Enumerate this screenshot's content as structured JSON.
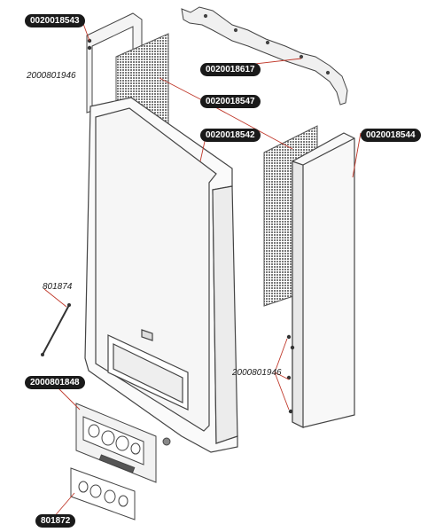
{
  "part_labels": {
    "rear_left_bracket": "0020018543",
    "top_bracket": "0020018617",
    "insulation_panel": "0020018547",
    "front_casing": "0020018542",
    "side_panel": "0020018544",
    "control_fascia": "2000801848",
    "fascia_overlay": "801872"
  },
  "plain_labels": {
    "screw_left": "2000801946",
    "rod": "801874",
    "screw_right": "2000801946"
  },
  "colors": {
    "badge_bg": "#1a1a1a",
    "badge_text": "#ffffff",
    "leader_line": "#c0392b",
    "outline": "#444444"
  }
}
